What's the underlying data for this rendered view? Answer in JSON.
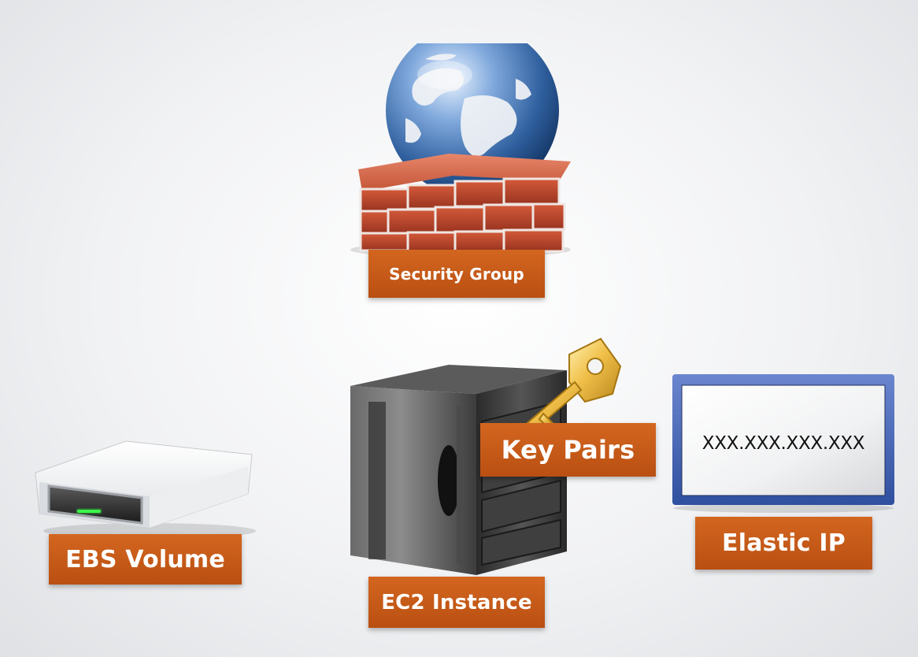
{
  "nodes": {
    "security_group": {
      "label": "Security Group",
      "icon": "firewall-globe-icon"
    },
    "ec2_instance": {
      "label": "EC2 Instance",
      "icon": "server-tower-icon"
    },
    "key_pairs": {
      "label": "Key Pairs",
      "icon": "golden-key-icon"
    },
    "ebs_volume": {
      "label": "EBS Volume",
      "icon": "external-drive-icon"
    },
    "elastic_ip": {
      "label": "Elastic IP",
      "icon": "monitor-frame-icon",
      "address": "XXX.XXX.XXX.XXX"
    }
  },
  "colors": {
    "label_bg": "#c65a17",
    "label_text": "#ffffff",
    "brick": "#b8452a",
    "globe": "#3b6fae",
    "key": "#e8b230",
    "frame": "#4466b5",
    "server": "#3a3a3a"
  }
}
